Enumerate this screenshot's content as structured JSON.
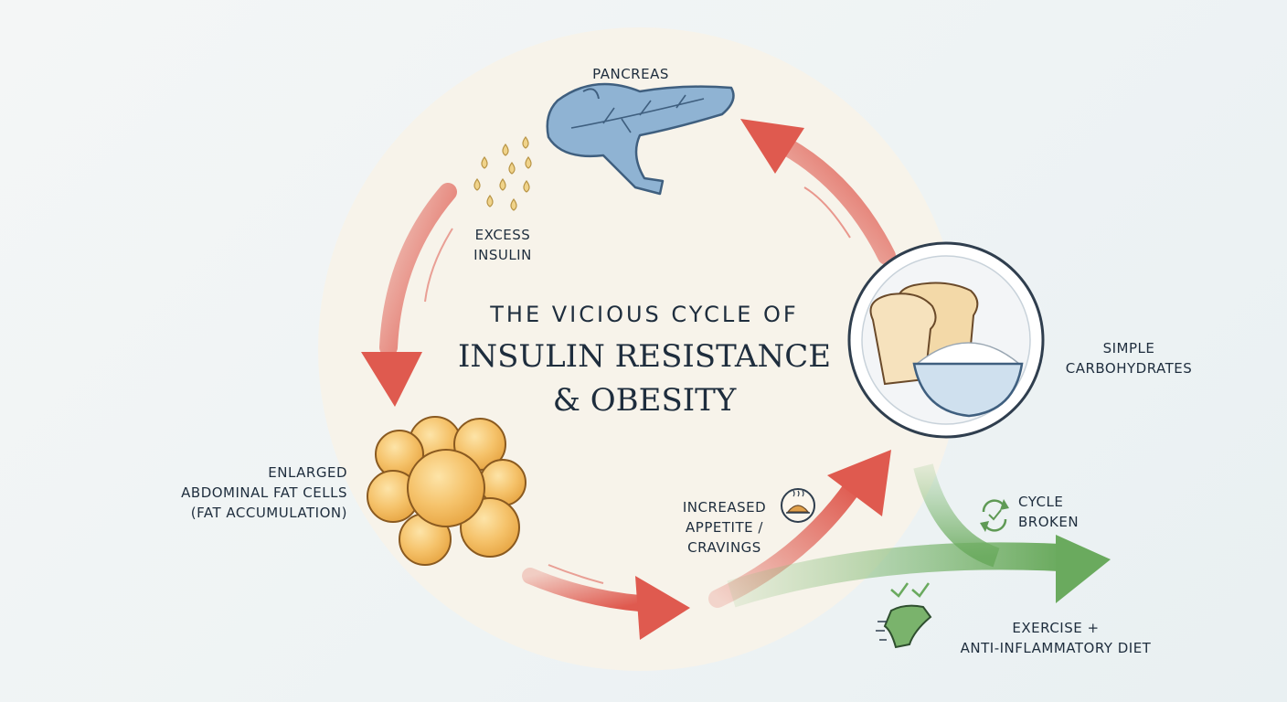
{
  "title": {
    "pre": "THE VICIOUS CYCLE OF",
    "line1": "INSULIN RESISTANCE",
    "line2": "& OBESITY"
  },
  "nodes": {
    "pancreas": {
      "label": "PANCREAS",
      "icon": "pancreas-icon"
    },
    "insulin": {
      "line1": "EXCESS",
      "line2": "INSULIN",
      "icon": "insulin-droplets-icon"
    },
    "carbs": {
      "line1": "SIMPLE",
      "line2": "CARBOHYDRATES",
      "icon": "bread-and-rice-icon"
    },
    "fat": {
      "line1": "ENLARGED",
      "line2": "ABDOMINAL FAT CELLS",
      "line3": "(FAT ACCUMULATION)",
      "icon": "fat-cells-icon"
    },
    "appetite": {
      "line1": "INCREASED",
      "line2": "APPETITE /",
      "line3": "CRAVINGS",
      "icon": "hot-meal-icon"
    },
    "broken": {
      "line1": "CYCLE",
      "line2": "BROKEN",
      "icon": "cycle-refresh-icon"
    },
    "intervention": {
      "line1": "EXERCISE +",
      "line2": "ANTI-INFLAMMATORY DIET",
      "icon": "exercise-diet-icon"
    }
  },
  "colors": {
    "background": "#eef3f4",
    "circle": "#f7f3ea",
    "cycle_arrow": "#df5a4f",
    "break_arrow": "#6aaa5e",
    "pancreas": "#7fa6c9",
    "fat_cell": "#f2b75b",
    "text": "#1e2d3d"
  }
}
